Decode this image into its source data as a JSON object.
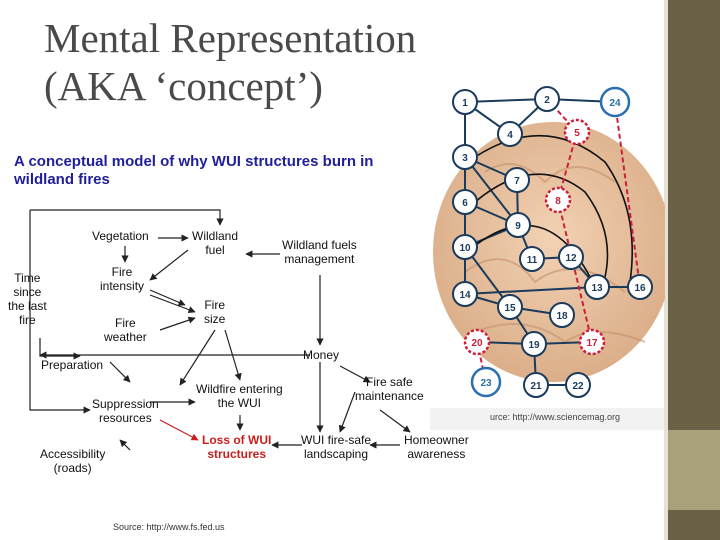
{
  "slide": {
    "title_line1": "Mental Representation",
    "title_line2": "(AKA ‘concept’)"
  },
  "concept_model": {
    "title_line1": "A conceptual model of why WUI structures burn in",
    "title_line2": "wildland fires",
    "nodes": {
      "vegetation": "Vegetation",
      "wildland_fuel_1": "Wildland",
      "wildland_fuel_2": "fuel",
      "fuels_mgmt_1": "Wildland fuels",
      "fuels_mgmt_2": "management",
      "time_1": "Time",
      "time_2": "since",
      "time_3": "the last",
      "time_4": "fire",
      "fire_intensity_1": "Fire",
      "fire_intensity_2": "intensity",
      "fire_size_1": "Fire",
      "fire_size_2": "size",
      "fire_weather_1": "Fire",
      "fire_weather_2": "weather",
      "preparation": "Preparation",
      "money": "Money",
      "wildfire_entering_1": "Wildfire entering",
      "wildfire_entering_2": "the WUI",
      "fire_safe_1": "Fire safe",
      "fire_safe_2": "maintenance",
      "suppression_1": "Suppression",
      "suppression_2": "resources",
      "loss_1": "Loss of WUI",
      "loss_2": "structures",
      "landscaping_1": "WUI fire-safe",
      "landscaping_2": "landscaping",
      "homeowner_1": "Homeowner",
      "homeowner_2": "awareness",
      "accessibility_1": "Accessibility",
      "accessibility_2": "(roads)"
    },
    "source": "Source: http://www.fs.fed.us"
  },
  "brain_network": {
    "source": "urce: http://www.sciencemag.org",
    "nodes": [
      "1",
      "2",
      "24",
      "4",
      "5",
      "3",
      "7",
      "8",
      "6",
      "9",
      "10",
      "11",
      "12",
      "14",
      "13",
      "16",
      "15",
      "18",
      "20",
      "19",
      "17",
      "23",
      "21",
      "22"
    ],
    "colors": {
      "dark": "#1a3b5c",
      "blue": "#2a6fb0",
      "red": "#cc1f3a"
    }
  },
  "colors": {
    "title_blue": "#1f1f9a",
    "loss_red": "#c81e1e",
    "sidebar_dark": "#6b6147",
    "sidebar_light": "#a8a17c"
  }
}
